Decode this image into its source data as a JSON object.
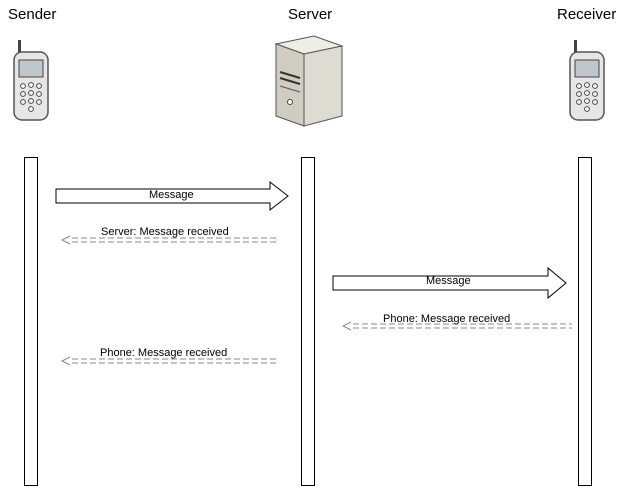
{
  "actors": [
    {
      "name": "Sender",
      "icon": "phone-icon"
    },
    {
      "name": "Server",
      "icon": "server-icon"
    },
    {
      "name": "Receiver",
      "icon": "phone-icon"
    }
  ],
  "messages": [
    {
      "label": "Message",
      "from": "Sender",
      "to": "Server",
      "style": "solid"
    },
    {
      "label": "Server: Message received",
      "from": "Server",
      "to": "Sender",
      "style": "dashed"
    },
    {
      "label": "Message",
      "from": "Server",
      "to": "Receiver",
      "style": "solid"
    },
    {
      "label": "Phone: Message received",
      "from": "Receiver",
      "to": "Server",
      "style": "dashed"
    },
    {
      "label": "Phone: Message received",
      "from": "Server",
      "to": "Sender",
      "style": "dashed"
    }
  ],
  "colors": {
    "line": "#000000",
    "dashed": "#8a8a8a",
    "server_body": "#d8d6cc"
  }
}
